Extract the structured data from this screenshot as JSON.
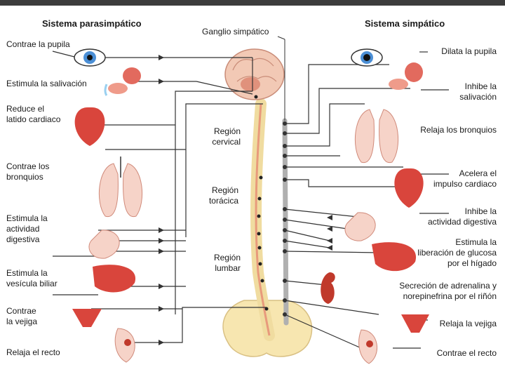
{
  "headers": {
    "parasympathetic": "Sistema parasimpático",
    "sympathetic": "Sistema simpático",
    "ganglion": "Ganglio simpático"
  },
  "regions": {
    "cervical": "Región\ncervical",
    "thoracic": "Región\ntorácica",
    "lumbar": "Región\nlumbar"
  },
  "left_labels": [
    "Contrae la pupila",
    "Estimula la salivación",
    "Reduce el\nlatido cardiaco",
    "Contrae los\nbronquios",
    "Estimula la\nactividad\ndigestiva",
    "Estimula la\nvesícula biliar",
    "Contrae\nla vejiga",
    "Relaja el recto"
  ],
  "right_labels": [
    "Dilata la pupila",
    "Inhibe la\nsalivación",
    "Relaja los bronquios",
    "Acelera el\nimpulso cardiaco",
    "Inhibe la\nactividad digestiva",
    "Estimula la\nliberación de glucosa\npor el hígado",
    "Secreción de adrenalina y\nnorepinefrina por el riñón",
    "Relaja la vejiga",
    "Contrae el recto"
  ],
  "colors": {
    "organ": "#d9453c",
    "organ_light": "#f6d3c8",
    "spine": "#f0dca0",
    "ganglion": "#b0b0b0",
    "nerve": "#333333",
    "brain": "#f2c9b5"
  }
}
